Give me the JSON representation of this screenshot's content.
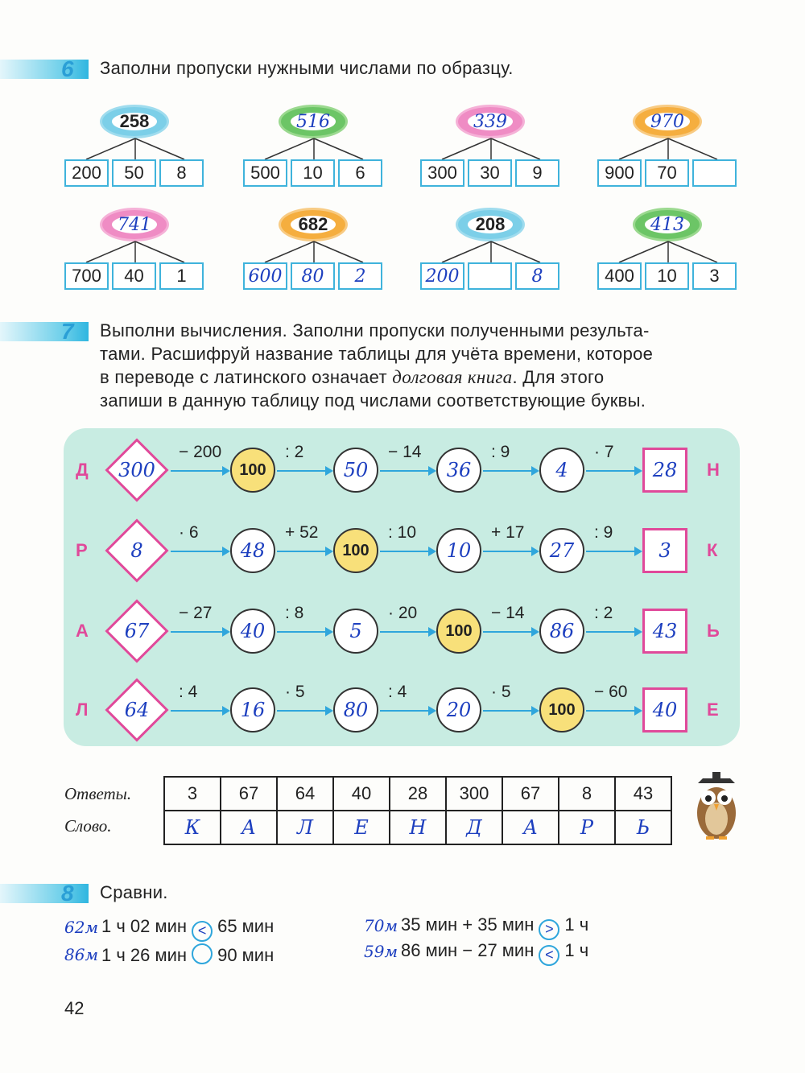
{
  "task6": {
    "number": "6",
    "text": "Заполни пропуски нужными числами по образцу.",
    "trees": [
      {
        "top": "258",
        "parts": [
          "200",
          "50",
          "8"
        ],
        "color": "#7ccfe8"
      },
      {
        "top": "516",
        "parts": [
          "500",
          "10",
          "6"
        ],
        "color": "#6cc566"
      },
      {
        "top": "339",
        "parts": [
          "300",
          "30",
          "9"
        ],
        "color": "#ef8cc4"
      },
      {
        "top": "970",
        "parts": [
          "900",
          "70",
          ""
        ],
        "color": "#f5ae3f"
      },
      {
        "top": "741",
        "parts": [
          "700",
          "40",
          "1"
        ],
        "color": "#ef8cc4"
      },
      {
        "top": "682",
        "parts": [
          "600",
          "80",
          "2"
        ],
        "color": "#f5ae3f"
      },
      {
        "top": "208",
        "parts": [
          "200",
          "",
          "8"
        ],
        "color": "#7ccfe8"
      },
      {
        "top": "413",
        "parts": [
          "400",
          "10",
          "3"
        ],
        "color": "#6cc566"
      }
    ]
  },
  "task7": {
    "number": "7",
    "text_lines": [
      "Выполни вычисления. Заполни пропуски полученными результа-",
      "тами. Расшифруй название таблицы для учёта времени, которое",
      "в переводе с латинского означает",
      "долговая книга",
      ". Для этого",
      "запиши в данную таблицу под числами соответствующие буквы."
    ],
    "chains": [
      {
        "start_letter": "Д",
        "start": "300",
        "ops": [
          "− 200",
          ": 2",
          "− 14",
          ": 9",
          "· 7"
        ],
        "values": [
          "100",
          "50",
          "36",
          "4"
        ],
        "result": "28",
        "end_letter": "Н"
      },
      {
        "start_letter": "Р",
        "start": "8",
        "ops": [
          "· 6",
          "+ 52",
          ": 10",
          "+ 17",
          ": 9"
        ],
        "values": [
          "48",
          "100",
          "10",
          "27"
        ],
        "result": "3",
        "end_letter": "К"
      },
      {
        "start_letter": "А",
        "start": "67",
        "ops": [
          "− 27",
          ": 8",
          "· 20",
          "− 14",
          ": 2"
        ],
        "values": [
          "40",
          "5",
          "100",
          "86"
        ],
        "result": "43",
        "end_letter": "Ь"
      },
      {
        "start_letter": "Л",
        "start": "64",
        "ops": [
          ": 4",
          "· 5",
          ": 4",
          "· 5",
          "− 60"
        ],
        "values": [
          "16",
          "80",
          "20",
          "100"
        ],
        "result": "40",
        "end_letter": "Е"
      }
    ],
    "answers_label": "Ответы.",
    "word_label": "Слово.",
    "answers": [
      "3",
      "67",
      "64",
      "40",
      "28",
      "300",
      "67",
      "8",
      "43"
    ],
    "word": [
      "К",
      "А",
      "Л",
      "Е",
      "Н",
      "Д",
      "А",
      "Р",
      "Ь"
    ]
  },
  "task8": {
    "number": "8",
    "text": "Сравни.",
    "comparisons": [
      {
        "note": "62м",
        "left": "1 ч 02 мин",
        "sign": "<",
        "right": "65 мин"
      },
      {
        "note": "86м",
        "left": "1 ч 26 мин",
        "sign": "",
        "right": "90 мин"
      },
      {
        "note": "70м",
        "left": "35 мин + 35 мин",
        "sign": ">",
        "right": "1 ч"
      },
      {
        "note": "59м",
        "left": "86 мин − 27 мин",
        "sign": "<",
        "right": "1 ч"
      }
    ]
  },
  "page_number": "42"
}
